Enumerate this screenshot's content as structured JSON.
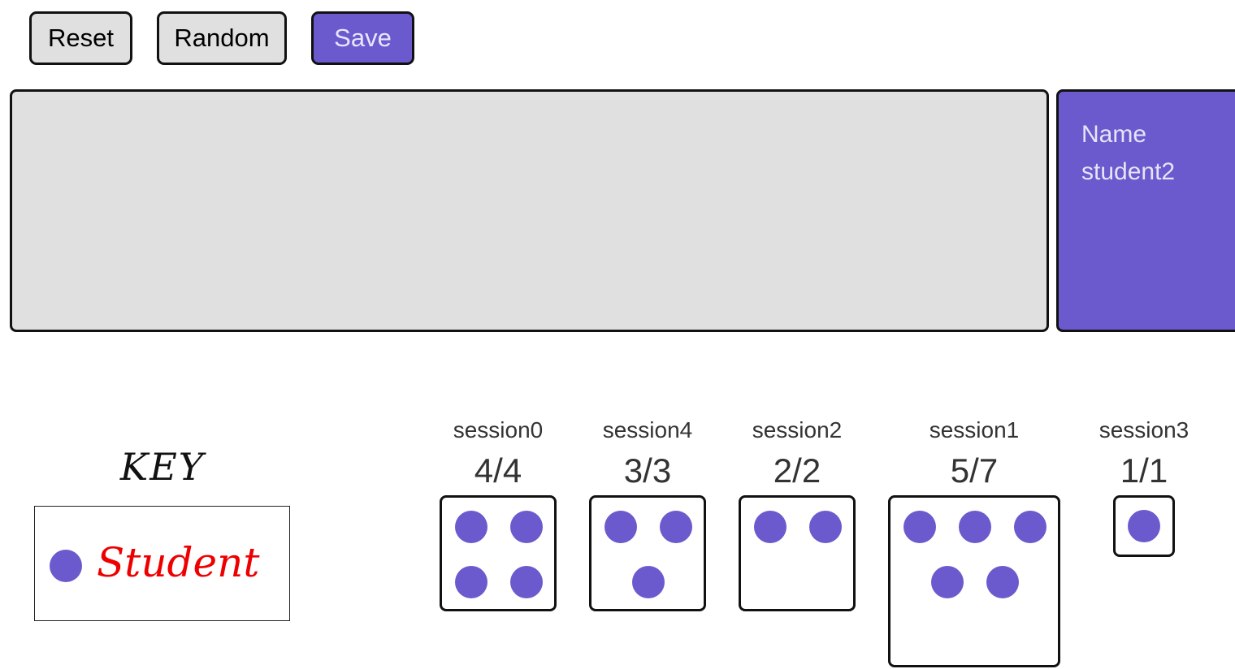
{
  "toolbar": {
    "reset_label": "Reset",
    "random_label": "Random",
    "save_label": "Save"
  },
  "details": {
    "title": "Name",
    "value": "student2"
  },
  "key": {
    "title": "KEY",
    "student_label": "Student"
  },
  "sessions": [
    {
      "name": "session0",
      "count": "4/4",
      "seats": 4
    },
    {
      "name": "session4",
      "count": "3/3",
      "seats": 3
    },
    {
      "name": "session2",
      "count": "2/2",
      "seats": 2
    },
    {
      "name": "session1",
      "count": "5/7",
      "seats": 5
    },
    {
      "name": "session3",
      "count": "1/1",
      "seats": 1
    }
  ],
  "colors": {
    "accent": "#6a5acd",
    "panel": "#e0e0e0",
    "key_label": "#ee0000"
  }
}
